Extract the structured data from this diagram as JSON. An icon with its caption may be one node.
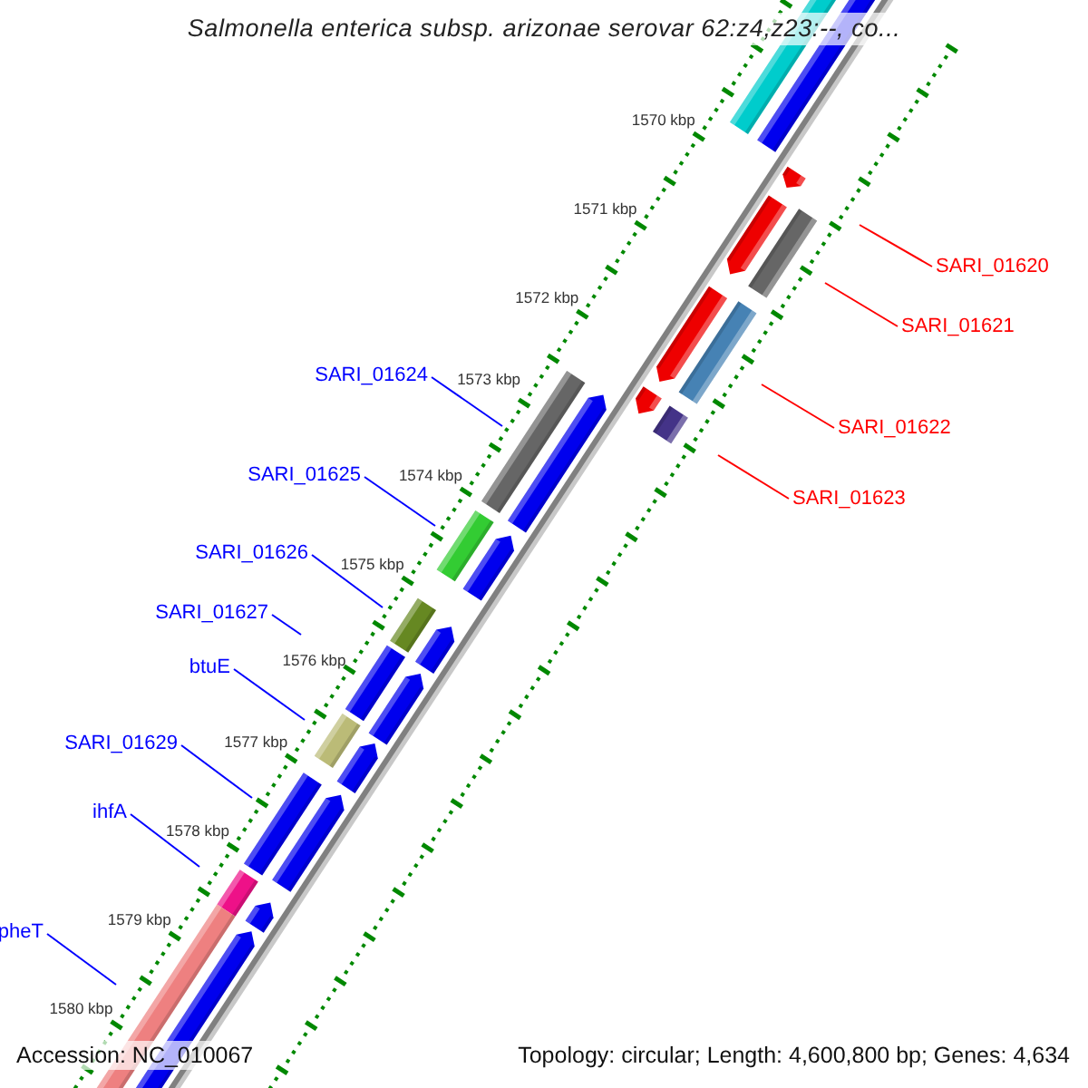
{
  "diagram": {
    "title": "Salmonella enterica subsp. arizonae serovar 62:z4,z23:--, co...",
    "nodes": [
      {
        "text": [
          "SARI_01620"
        ]
      },
      {
        "text": [
          "SARI_01621"
        ]
      },
      {
        "text": [
          "SARI_01622"
        ]
      },
      {
        "text": [
          "SARI_01623"
        ]
      },
      {
        "text": [
          "SARI_01624"
        ]
      },
      {
        "text": [
          "SARI_01625"
        ]
      },
      {
        "text": [
          "SARI_01626"
        ]
      },
      {
        "text": [
          "SARI_01627"
        ]
      },
      {
        "text": [
          "btuE"
        ]
      },
      {
        "text": [
          "SARI_01629"
        ]
      },
      {
        "text": [
          "ihfA"
        ]
      },
      {
        "text": [
          "pheT"
        ]
      }
    ],
    "edges": [
      {
        "from": 0,
        "to": null,
        "arrow": "none",
        "color": "#ff0000"
      },
      {
        "from": 1,
        "to": null,
        "arrow": "none",
        "color": "#ff0000"
      },
      {
        "from": 2,
        "to": null,
        "arrow": "none",
        "color": "#ff0000"
      },
      {
        "from": 3,
        "to": null,
        "arrow": "none",
        "color": "#ff0000"
      },
      {
        "from": 4,
        "to": null,
        "arrow": "none"
      },
      {
        "from": 5,
        "to": null,
        "arrow": "none"
      },
      {
        "from": 6,
        "to": null,
        "arrow": "none"
      },
      {
        "from": 7,
        "to": null,
        "arrow": "none"
      },
      {
        "from": 8,
        "to": null,
        "arrow": "none"
      },
      {
        "from": 9,
        "to": null,
        "arrow": "none"
      },
      {
        "from": 10,
        "to": null,
        "arrow": "none"
      },
      {
        "from": 11,
        "to": null,
        "arrow": "none"
      }
    ],
    "labels": [
      "1570 kbp",
      "1571 kbp",
      "1572 kbp",
      "1573 kbp",
      "1574 kbp",
      "1575 kbp",
      "1576 kbp",
      "1577 kbp",
      "1578 kbp",
      "1579 kbp",
      "1580 kbp",
      "Accession: NC_010067",
      "Topology: circular; Length: 4,600,800 bp; Genes: 4,634"
    ]
  }
}
